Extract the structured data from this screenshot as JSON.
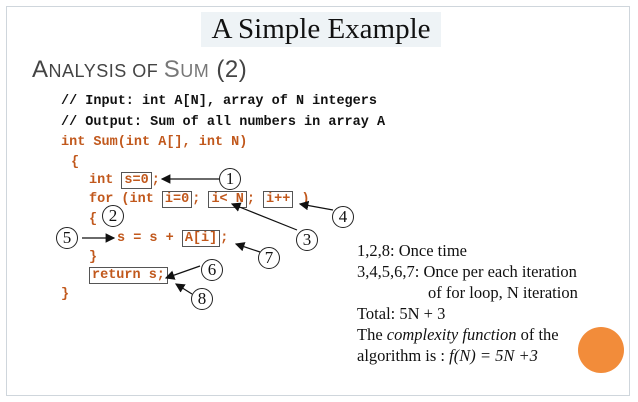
{
  "slide": {
    "title": "A Simple Example",
    "subtitle_first_letter": "A",
    "subtitle_rest": "NALYSIS OF ",
    "subtitle_sum_first": "S",
    "subtitle_sum_rest": "UM",
    "subtitle_suffix": " (2)"
  },
  "code": {
    "comment1": "// Input: int A[N], array of N integers",
    "comment2": "// Output: Sum of all numbers in array A",
    "signature": "int Sum(int A[], int N)",
    "open_brace": "{",
    "line_int": "int ",
    "box_s0": "s=0",
    "line_int_end": ";",
    "line_for": "for (int ",
    "box_i0": "i=0",
    "sep1": "; ",
    "box_iltN": "i< N",
    "sep2": "; ",
    "box_ipp": "i++",
    "close_paren": " )",
    "inner_open": "{",
    "stmt_prefix": "s = s + ",
    "box_Ai": "A[i]",
    "stmt_end": ";",
    "inner_close": "}",
    "box_return": "return s;",
    "close_brace": "}"
  },
  "markers": [
    "1",
    "2",
    "3",
    "4",
    "5",
    "6",
    "7",
    "8"
  ],
  "notes": {
    "line1": "1,2,8: Once time",
    "line2": "3,4,5,6,7: Once per each iteration",
    "line3": "of for loop, N iteration",
    "line4": "Total: 5N + 3",
    "line5_prefix": "The ",
    "line5_italic": "complexity function",
    "line5_suffix": " of the",
    "line6_prefix": "algorithm is : ",
    "line6_italic": "f(N) = 5N +3"
  },
  "colors": {
    "code_keyword": "#c1581c",
    "accent_dot": "#f28c3a"
  }
}
